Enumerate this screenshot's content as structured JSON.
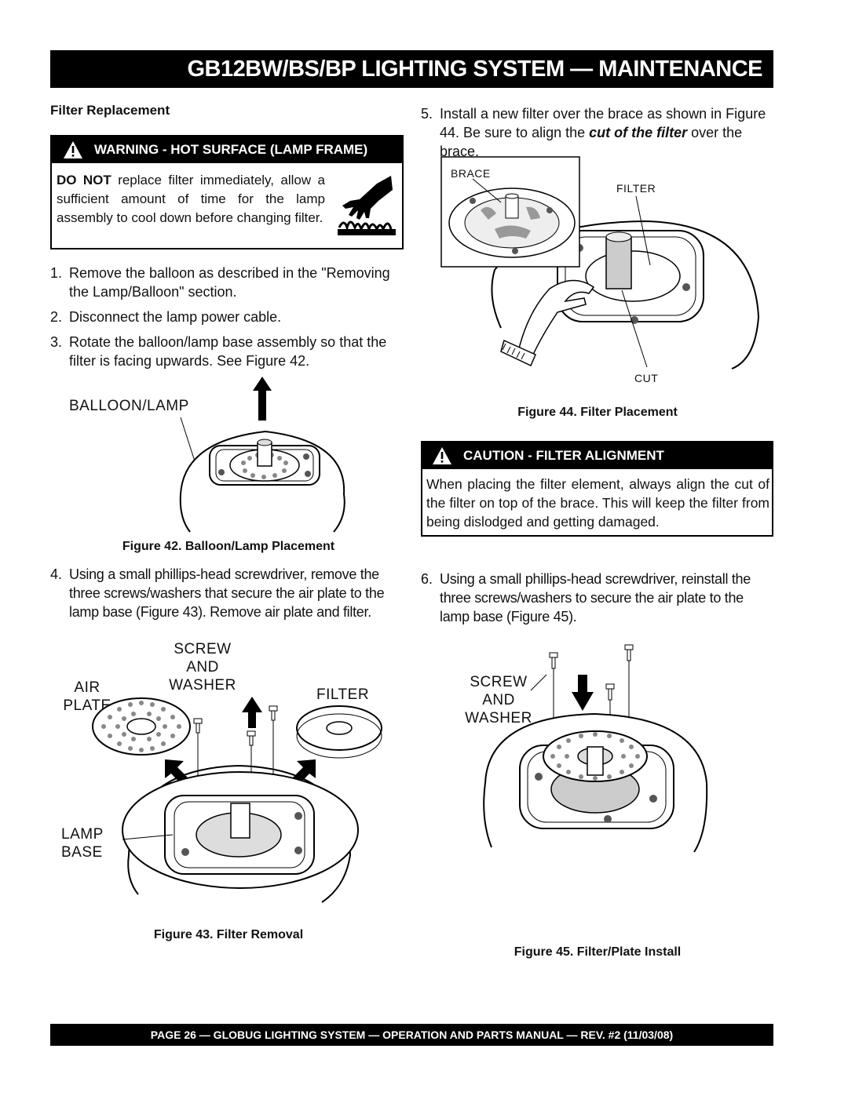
{
  "header": {
    "title": "GB12BW/BS/BP LIGHTING SYSTEM — MAINTENANCE"
  },
  "left": {
    "section_title": "Filter Replacement",
    "warning": {
      "title": "WARNING - HOT SURFACE (LAMP FRAME)",
      "emphasis": "DO NOT",
      "text": " replace filter immediately, allow a sufficient amount of time for the lamp assembly to cool down before changing filter."
    },
    "steps": [
      {
        "num": "1.",
        "text": "Remove the balloon as described in the \"Removing the Lamp/Balloon\" section."
      },
      {
        "num": "2.",
        "text": "Disconnect the lamp power cable."
      },
      {
        "num": "3.",
        "text": "Rotate the balloon/lamp base assembly so that the filter is facing upwards. See Figure 42."
      }
    ],
    "fig42": {
      "label": "BALLOON/LAMP",
      "caption": "Figure 42.  Balloon/Lamp Placement"
    },
    "step4": {
      "num": "4.",
      "text": "Using a small phillips-head screwdriver, remove the three screws/washers that secure the air plate to the lamp base (Figure 43). Remove air plate and filter."
    },
    "fig43": {
      "screw_label": [
        "SCREW",
        "AND",
        "WASHER"
      ],
      "air_plate_label": [
        "AIR",
        "PLATE"
      ],
      "filter_label": "FILTER",
      "lamp_base_label": [
        "LAMP",
        "BASE"
      ],
      "caption": "Figure 43.  Filter Removal"
    }
  },
  "right": {
    "step5": {
      "num": "5.",
      "text_a": "Install a new filter over the brace as shown in Figure 44. Be sure to align the ",
      "emph": "cut of the filter",
      "text_b": " over the brace."
    },
    "fig44": {
      "brace_label": "BRACE",
      "filter_label": "FILTER",
      "cut_label": "CUT",
      "caption": "Figure 44.  Filter Placement"
    },
    "caution": {
      "title": "CAUTION - FILTER ALIGNMENT",
      "text": "When placing the filter element, always align the cut of the filter on top of the brace. This will keep the filter from being dislodged and getting damaged."
    },
    "step6": {
      "num": "6.",
      "text": "Using a small phillips-head screwdriver, reinstall the three screws/washers to secure the air plate to the lamp base (Figure 45)."
    },
    "fig45": {
      "screw_label": [
        "SCREW",
        "AND",
        "WASHER"
      ],
      "caption": "Figure 45.  Filter/Plate Install"
    }
  },
  "footer": {
    "text": "PAGE 26 — GLOBUG LIGHTING SYSTEM — OPERATION AND PARTS MANUAL —  REV. #2 (11/03/08)"
  }
}
